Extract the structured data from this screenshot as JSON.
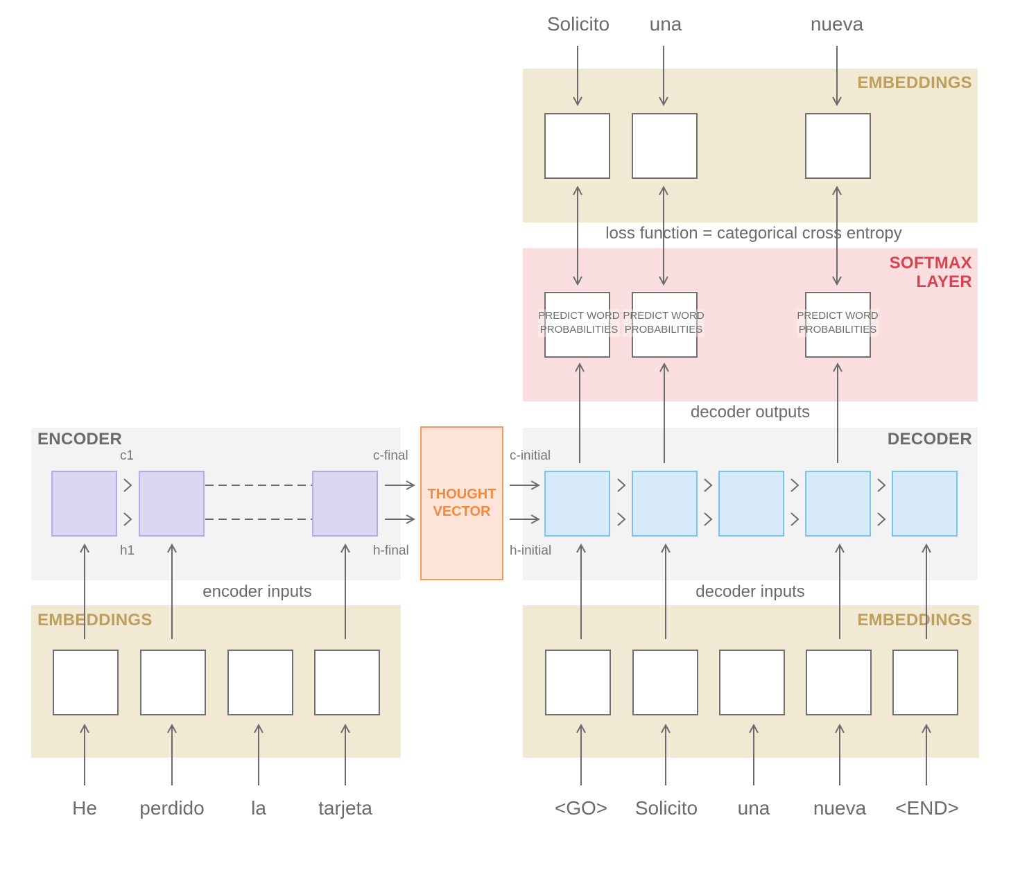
{
  "colors": {
    "line": "#6b6b6b",
    "encoder_bg": "#f3f3f3",
    "embeddings_bg": "#f2e9d5",
    "embeddings_title": "#bd9e5c",
    "softmax_bg": "#fbdfe0",
    "softmax_title": "#d9434d",
    "encoder_cell": "#dcd6f5",
    "decoder_cell": "#d6eafa",
    "thought_fill": "#fce5d8",
    "thought_text": "#f08a40",
    "section_title": "#6b6b6b"
  },
  "encoder": {
    "title": "ENCODER",
    "state_labels": {
      "c1": "c1",
      "h1": "h1",
      "c_final": "c-final",
      "h_final": "h-final"
    },
    "inputs_label": "encoder inputs",
    "embeddings_title": "EMBEDDINGS",
    "input_words": [
      "He",
      "perdido",
      "la",
      "tarjeta"
    ]
  },
  "thought_vector": {
    "line1": "THOUGHT",
    "line2": "VECTOR"
  },
  "decoder": {
    "title": "DECODER",
    "state_labels": {
      "c_initial": "c-initial",
      "h_initial": "h-initial"
    },
    "inputs_label": "decoder inputs",
    "outputs_label": "decoder outputs",
    "embeddings_title": "EMBEDDINGS",
    "input_words": [
      "<GO>",
      "Solicito",
      "una",
      "nueva",
      "<END>"
    ]
  },
  "softmax": {
    "title_line1": "SOFTMAX",
    "title_line2": "LAYER",
    "box_text_line1": "PREDICT WORD",
    "box_text_line2": "PROBABILITIES"
  },
  "loss": {
    "label": "loss function = categorical cross entropy"
  },
  "targets": {
    "embeddings_title": "EMBEDDINGS",
    "words": [
      "Solicito",
      "una",
      "nueva"
    ]
  }
}
